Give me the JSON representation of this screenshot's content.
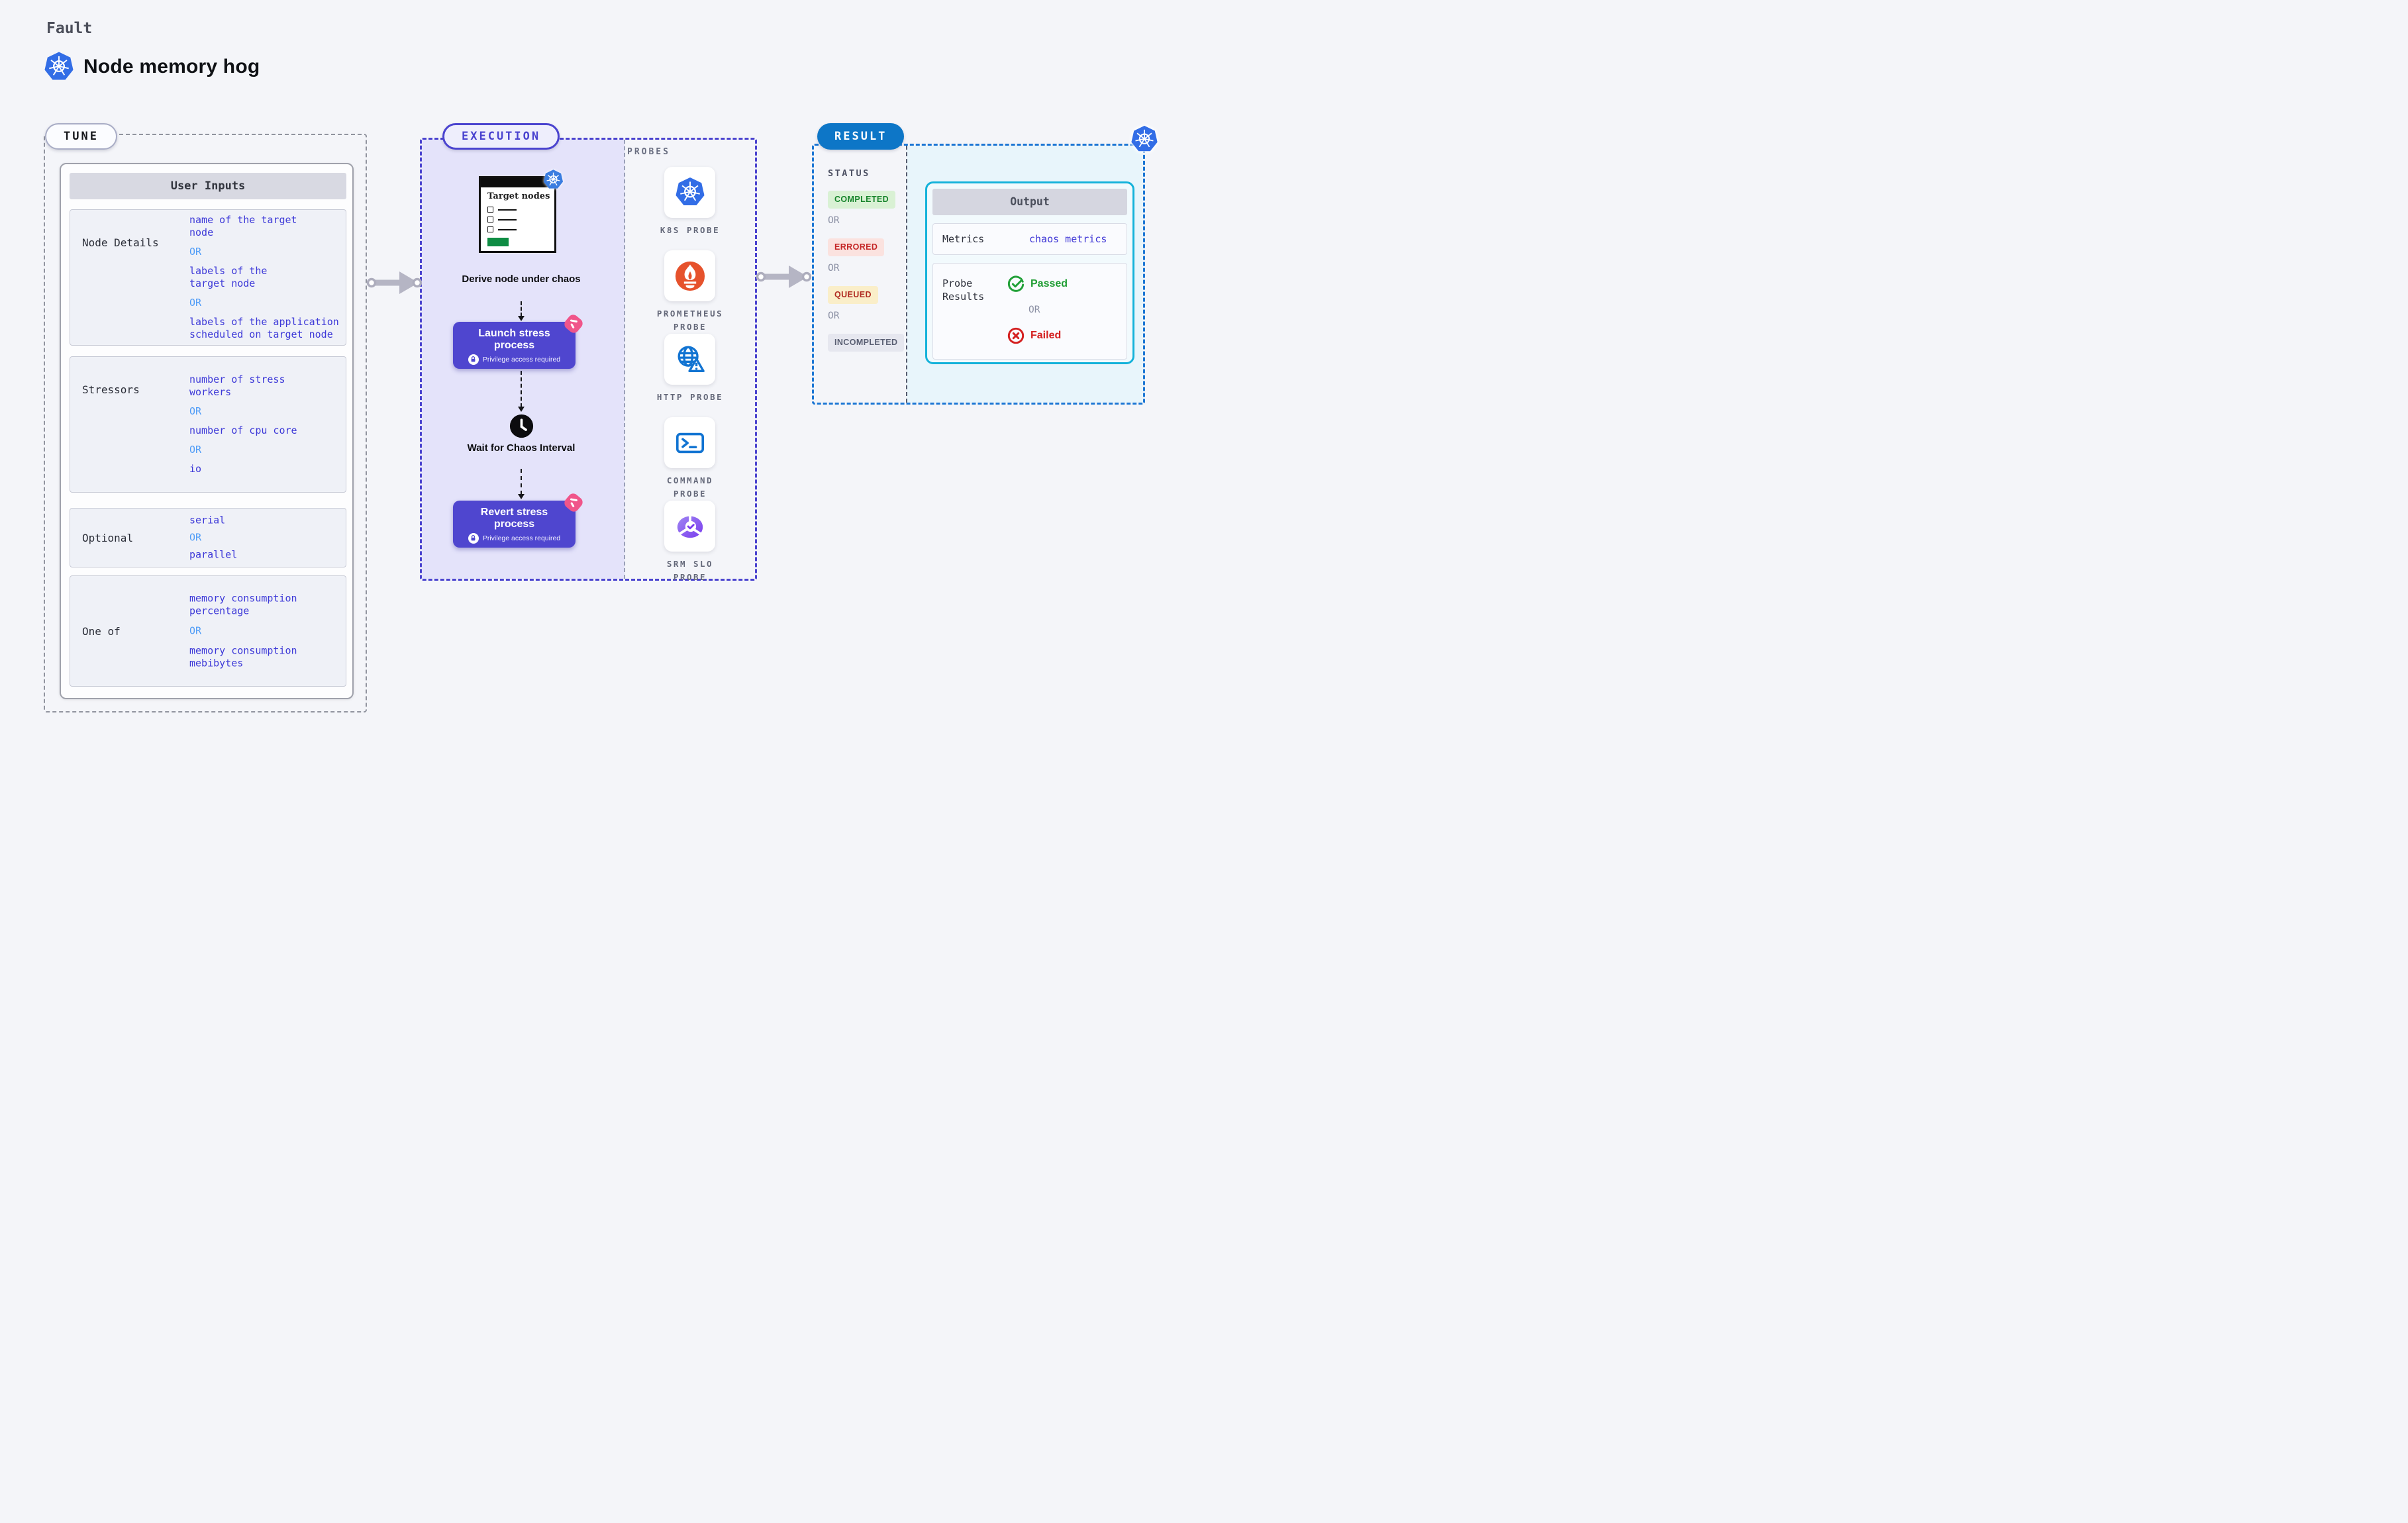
{
  "labels": {
    "or": "OR"
  },
  "header": {
    "eyebrow": "Fault",
    "title": "Node memory hog"
  },
  "tune": {
    "tag": "TUNE",
    "card_title": "User Inputs",
    "rows": [
      {
        "label": "Node Details",
        "options": [
          "name of the target node",
          "labels of the target node",
          "labels of the application scheduled on target node"
        ]
      },
      {
        "label": "Stressors",
        "options": [
          "number of stress workers",
          "number of cpu core",
          "io"
        ]
      },
      {
        "label": "Optional",
        "options": [
          "serial",
          "parallel"
        ]
      },
      {
        "label": "One of",
        "options": [
          "memory consumption percentage",
          "memory consumption mebibytes"
        ]
      }
    ]
  },
  "execution": {
    "tag": "EXECUTION",
    "window_title": "Target nodes",
    "derive_caption": "Derive node under chaos",
    "launch": {
      "title": "Launch stress process",
      "note": "Privilege access required"
    },
    "wait_caption": "Wait for Chaos Interval",
    "revert": {
      "title": "Revert stress process",
      "note": "Privilege access required"
    },
    "probes": {
      "heading": "PROBES",
      "items": [
        {
          "label": "K8S PROBE",
          "icon": "kubernetes-icon"
        },
        {
          "label": "PROMETHEUS PROBE",
          "icon": "prometheus-icon"
        },
        {
          "label": "HTTP PROBE",
          "icon": "globe-warning-icon"
        },
        {
          "label": "COMMAND PROBE",
          "icon": "terminal-icon"
        },
        {
          "label": "SRM SLO PROBE",
          "icon": "slo-donut-icon"
        }
      ]
    }
  },
  "result": {
    "tag": "RESULT",
    "status": {
      "heading": "STATUS",
      "badges": [
        {
          "label": "COMPLETED",
          "state": "completed",
          "bg": "#d9f1d4",
          "fg": "#17842b"
        },
        {
          "label": "ERRORED",
          "state": "errored",
          "bg": "#fbe2df",
          "fg": "#c42525"
        },
        {
          "label": "QUEUED",
          "state": "queued",
          "bg": "#faeec9",
          "fg": "#b02a21"
        },
        {
          "label": "INCOMPLETED",
          "state": "incompleted",
          "bg": "#e6e7ef",
          "fg": "#5a5f73"
        }
      ]
    },
    "output": {
      "title": "Output",
      "metrics_label": "Metrics",
      "metrics_value": "chaos metrics",
      "probe_results_label": "Probe Results",
      "passed": "Passed",
      "failed": "Failed"
    }
  },
  "colors": {
    "accent_indigo": "#4a43cf",
    "lavender_fill": "#e4e3fa",
    "result_blue": "#0d76c7",
    "output_cyan": "#14b2da",
    "value_blue": "#3d39d8",
    "or_blue": "#4f9cf7",
    "kubernetes_blue": "#326de6",
    "prometheus_orange": "#e6522c",
    "pink_badge": "#f0558a",
    "passed_green": "#1f9d33",
    "failed_red": "#d42020"
  }
}
